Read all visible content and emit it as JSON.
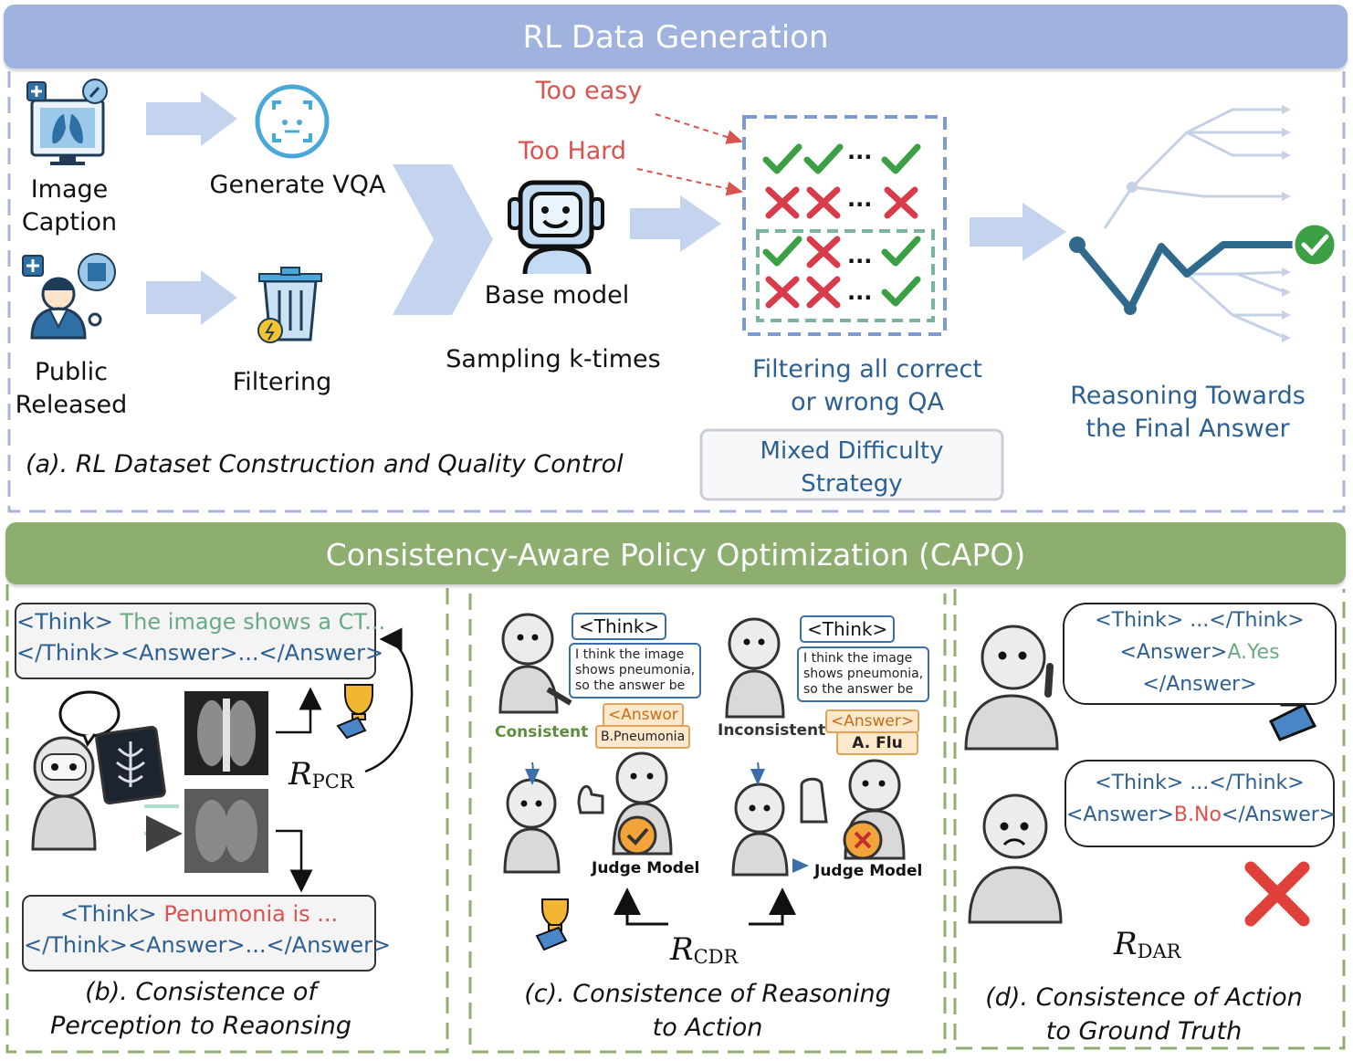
{
  "header": {
    "title": "RL Data Generation"
  },
  "section_a": {
    "image_caption": [
      "Image",
      "Caption"
    ],
    "generate_vqa": "Generate VQA",
    "public_released": [
      "Public",
      "Released"
    ],
    "filtering": "Filtering",
    "too_easy": "Too easy",
    "too_hard": "Too Hard",
    "base_model": "Base model",
    "sampling": "Sampling k-times",
    "filter_caption": [
      "Filtering all correct",
      "or wrong QA"
    ],
    "mixed": [
      "Mixed Difficulty",
      "Strategy"
    ],
    "reasoning": [
      "Reasoning Towards",
      "the Final Answer"
    ],
    "caption": "(a). RL Dataset Construction and  Quality Control",
    "ellipsis": "..."
  },
  "capo": {
    "title": "Consistency-Aware Policy Optimization (CAPO)"
  },
  "panel_b": {
    "box1_tag_open": "<Think>",
    "box1_text": " The image shows a CT...",
    "box1_line2": "</Think><Answer>...</Answer>",
    "reward_main": "R",
    "reward_sub": "PCR",
    "box2_tag_open": "<Think>",
    "box2_text": " Penumonia is ...",
    "box2_line2": "</Think><Answer>...</Answer>",
    "caption": [
      "(b). Consistence of",
      "Perception to Reaonsing"
    ]
  },
  "panel_c": {
    "think_tag": "<Think>",
    "think_text_left": [
      "I think the image",
      "shows pneumonia,",
      "so the answer be"
    ],
    "answer_tag_left": "<Answor",
    "answer_left": "B.Pneumonia",
    "consistent": "Consistent",
    "think_text_right": [
      "I think the image",
      "shows pneumonia,",
      "so the answer be"
    ],
    "answer_tag_right": "<Answer>",
    "answer_right": "A. Flu",
    "inconsistent": "Inconsistent",
    "judge": "Judge Model",
    "reward_main": "R",
    "reward_sub": "CDR",
    "caption": [
      "(c). Consistence of Reasoning",
      "to Action"
    ]
  },
  "panel_d": {
    "b1_line1": "<Think> ...</Think>",
    "b1_tag": "<Answer>",
    "b1_ans": "A.Yes",
    "b1_line3": "</Answer>",
    "b2_line1": "<Think> ...</Think>",
    "b2_tag_open": "<Answer>",
    "b2_ans": "B.No",
    "b2_tag_close": "</Answer>",
    "reward_main": "R",
    "reward_sub": "DAR",
    "caption": [
      "(d). Consistence of Action",
      "to Ground Truth"
    ]
  },
  "colors": {
    "blue_banner": "#9fb3de",
    "green_banner": "#8eae70",
    "text_blue": "#2d5f91",
    "red": "#d9534f",
    "check_green": "#3aa043",
    "cross_red": "#d83b4a"
  }
}
